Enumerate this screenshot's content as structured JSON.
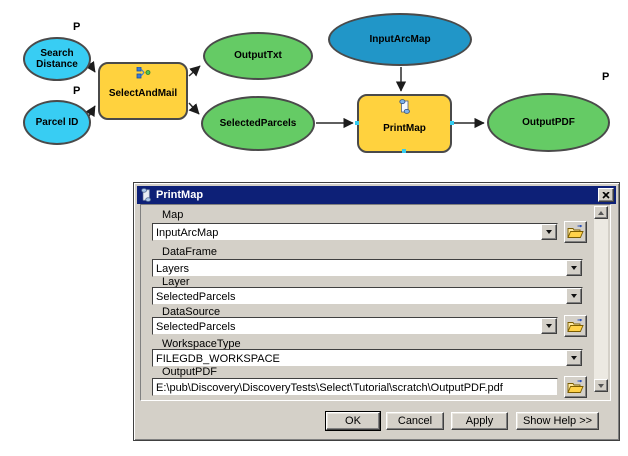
{
  "diagram": {
    "param_marker": "P",
    "nodes": {
      "search_distance": {
        "label": "Search Distance"
      },
      "parcel_id": {
        "label": "Parcel ID"
      },
      "select_and_mail": {
        "label": "SelectAndMail"
      },
      "output_txt": {
        "label": "OutputTxt"
      },
      "selected_parcels": {
        "label": "SelectedParcels"
      },
      "input_arcmap": {
        "label": "InputArcMap"
      },
      "print_map": {
        "label": "PrintMap"
      },
      "output_pdf": {
        "label": "OutputPDF"
      }
    }
  },
  "dialog": {
    "title": "PrintMap",
    "fields": [
      {
        "label": "Map",
        "value": "InputArcMap",
        "control": "combo",
        "browse": true
      },
      {
        "label": "DataFrame",
        "value": "Layers",
        "control": "combo",
        "browse": false
      },
      {
        "label": "Layer",
        "value": "SelectedParcels",
        "control": "combo",
        "browse": false
      },
      {
        "label": "DataSource",
        "value": "SelectedParcels",
        "control": "combo",
        "browse": true
      },
      {
        "label": "WorkspaceType",
        "value": "FILEGDB_WORKSPACE",
        "control": "combo",
        "browse": false
      },
      {
        "label": "OutputPDF",
        "value": "E:\\pub\\Discovery\\DiscoveryTests\\Select\\Tutorial\\scratch\\OutputPDF.pdf",
        "control": "text",
        "browse": true
      }
    ],
    "buttons": [
      "OK",
      "Cancel",
      "Apply",
      "Show Help >>"
    ]
  },
  "colors": {
    "variable_fill": "#38cdf3",
    "input_data_fill": "#2196c8",
    "tool_fill": "#ffd23e",
    "output_fill": "#65cb65",
    "titlebar_fill": "#0d2077",
    "dialog_bg": "#d4d0c8"
  }
}
